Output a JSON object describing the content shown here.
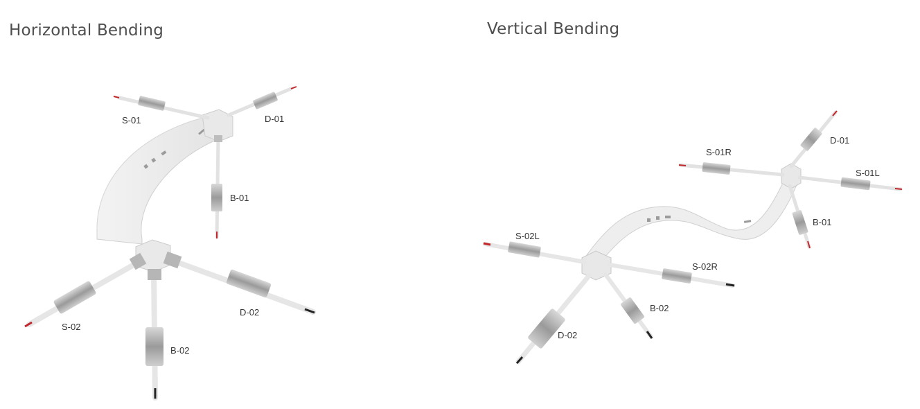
{
  "horizontal": {
    "title": "Horizontal Bending",
    "labels": {
      "s01": "S-01",
      "d01": "D-01",
      "b01": "B-01",
      "s02": "S-02",
      "d02": "D-02",
      "b02": "B-02"
    }
  },
  "vertical": {
    "title": "Vertical Bending",
    "labels": {
      "s01r": "S-01R",
      "d01": "D-01",
      "s01l": "S-01L",
      "b01": "B-01",
      "s02l": "S-02L",
      "s02r": "S-02R",
      "b02": "B-02",
      "d02": "D-02"
    }
  },
  "colors": {
    "title": "#4e4e4e",
    "label": "#333333",
    "strip_fill": "#ebebeb",
    "strip_edge": "#cfcfcf",
    "cable": "#e4e4e4",
    "connector": "#a9a9a9",
    "wire_red": "#c0282d",
    "wire_black": "#222222"
  }
}
